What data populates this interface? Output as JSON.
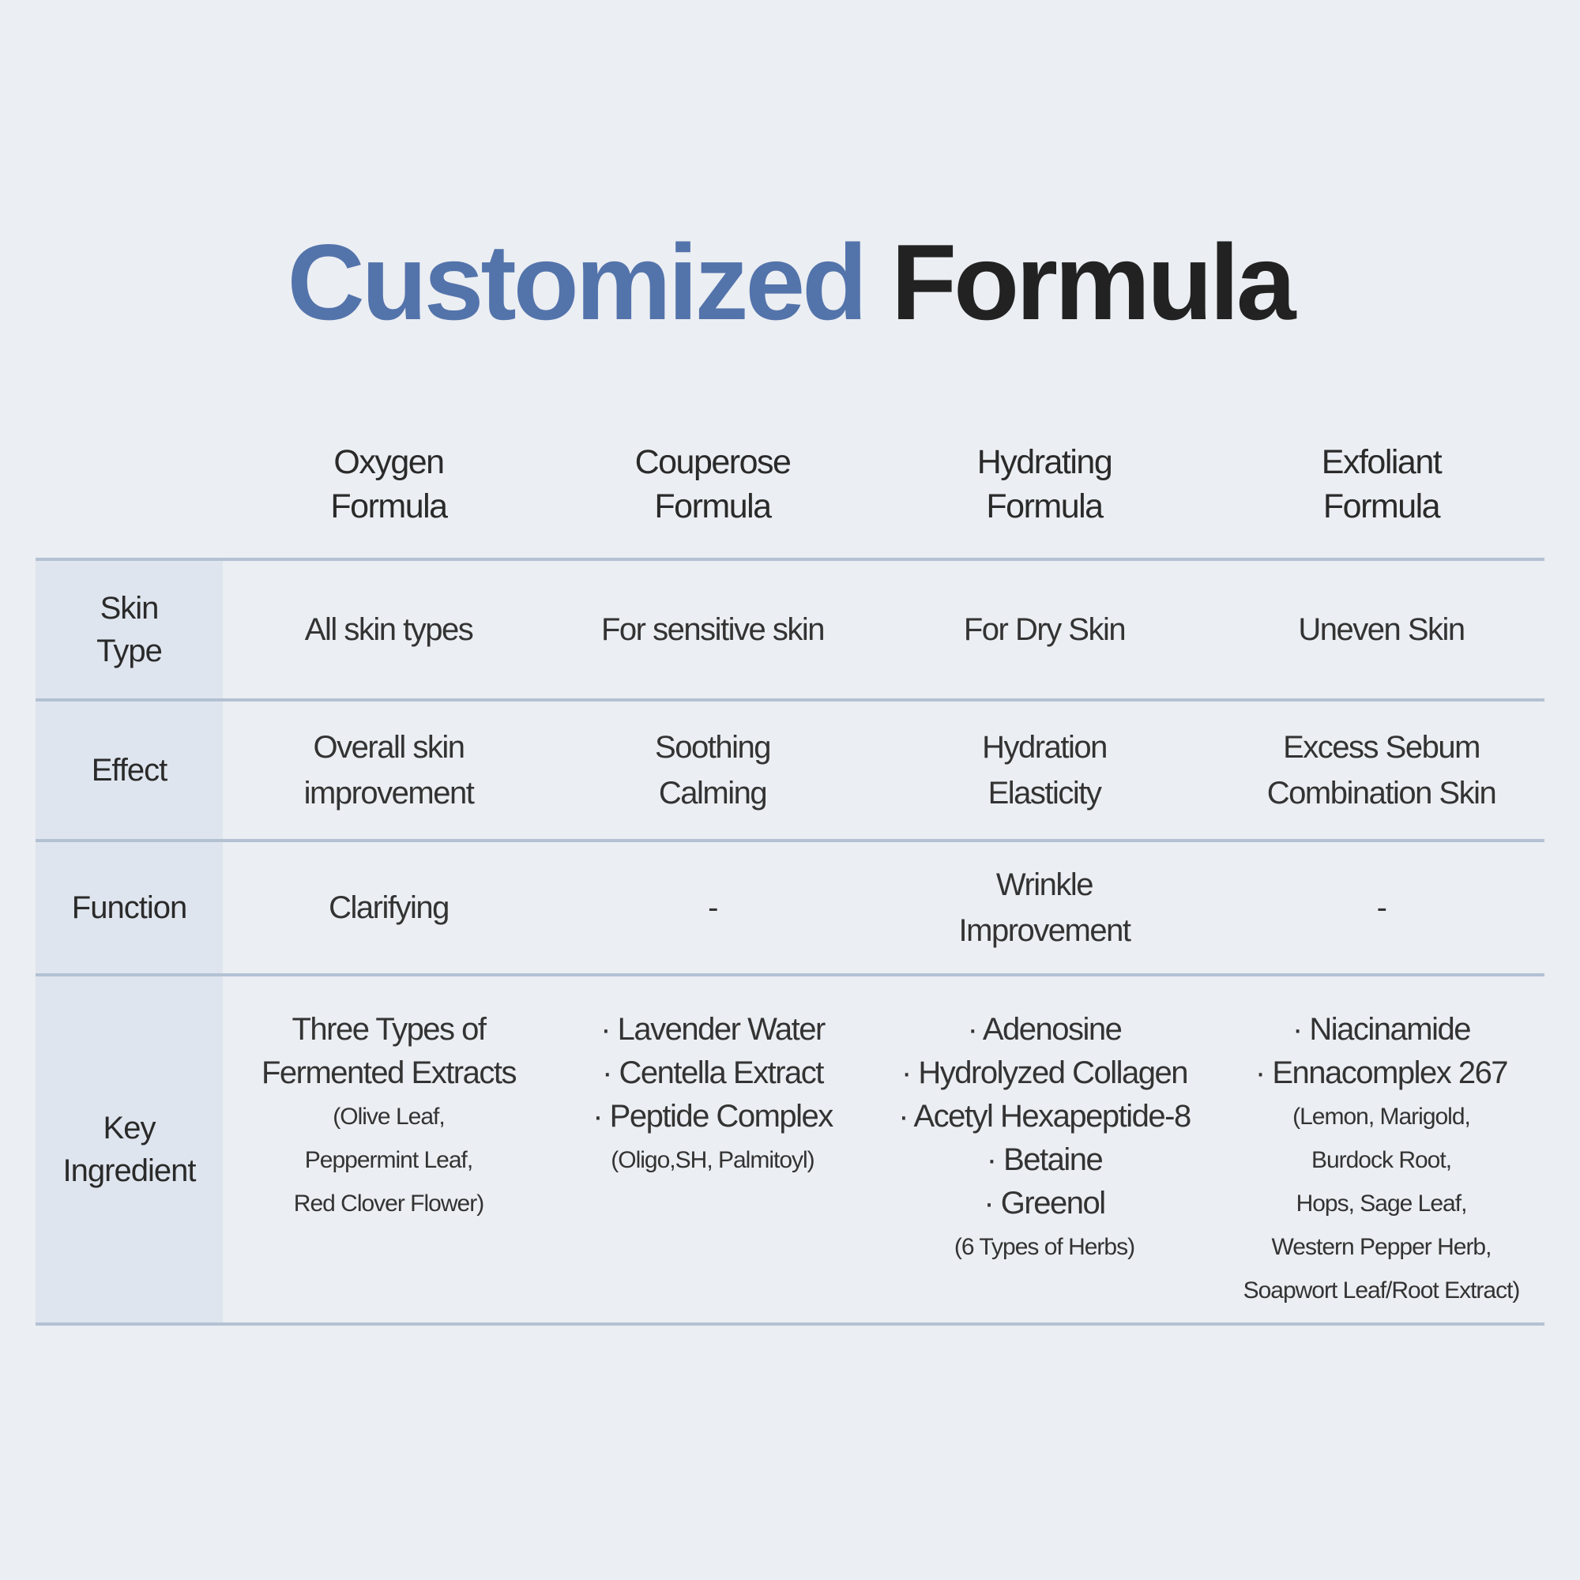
{
  "title": {
    "accent": "Customized",
    "main": "Formula"
  },
  "colors": {
    "accent": "#5373ab",
    "background": "#ebeef2",
    "label_column": "#dfe5ee",
    "divider": "#b3c1d3"
  },
  "columns": [
    [
      "Oxygen",
      "Formula"
    ],
    [
      "Couperose",
      "Formula"
    ],
    [
      "Hydrating",
      "Formula"
    ],
    [
      "Exfoliant",
      "Formula"
    ]
  ],
  "rows": {
    "skin_type": {
      "label": [
        "Skin",
        "Type"
      ],
      "values": [
        "All skin types",
        "For sensitive skin",
        "For Dry Skin",
        "Uneven Skin"
      ]
    },
    "effect": {
      "label": [
        "Effect"
      ],
      "values": [
        [
          "Overall skin",
          "improvement"
        ],
        [
          "Soothing",
          "Calming"
        ],
        [
          "Hydration",
          "Elasticity"
        ],
        [
          "Excess Sebum",
          "Combination Skin"
        ]
      ]
    },
    "function": {
      "label": [
        "Function"
      ],
      "values": [
        [
          "Clarifying"
        ],
        [
          "-"
        ],
        [
          "Wrinkle",
          "Improvement"
        ],
        [
          "-"
        ]
      ]
    },
    "key_ingredient": {
      "label": [
        "Key",
        "Ingredient"
      ],
      "values": [
        {
          "main": [
            "Three Types of",
            "Fermented Extracts"
          ],
          "sub": [
            "(Olive Leaf,",
            "Peppermint Leaf,",
            "Red Clover Flower)"
          ]
        },
        {
          "main": [
            "· Lavender Water",
            "· Centella Extract",
            "· Peptide Complex"
          ],
          "sub": [
            "(Oligo,SH, Palmitoyl)"
          ]
        },
        {
          "main": [
            "· Adenosine",
            "· Hydrolyzed Collagen",
            "· Acetyl Hexapeptide-8",
            "· Betaine",
            "· Greenol"
          ],
          "sub": [
            "(6 Types of Herbs)"
          ]
        },
        {
          "main": [
            "· Niacinamide",
            "· Ennacomplex 267"
          ],
          "sub": [
            "(Lemon, Marigold,",
            "Burdock Root,",
            "Hops, Sage Leaf,",
            "Western Pepper Herb,",
            "Soapwort Leaf/Root Extract)"
          ]
        }
      ]
    }
  }
}
